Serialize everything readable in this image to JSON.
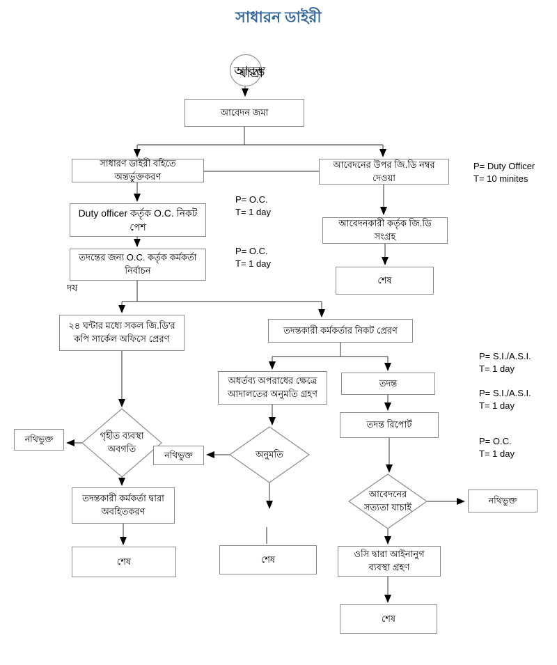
{
  "title": "সাধারন ডাইরী",
  "colors": {
    "title_blue": "#336699",
    "line_gray": "#555555",
    "border_gray": "#8a8a8a",
    "arrow_black": "#000000"
  },
  "start": {
    "label_a": "আরম্ভ",
    "label_b": "যাত্রা"
  },
  "nodes": {
    "application_submit": "আবেদন জমা",
    "gd_book_entry": "সাধারণ ডাইরী বহিতে অন্তর্ভুক্তকরণ",
    "gd_number_given": "আবেদনের উপর জি.ডি নম্বর দেওয়া",
    "duty_officer_present": "Duty officer কর্তৃক O.C. নিকট পেশ",
    "officer_selection": "তদন্তের জন্য O.C. কর্তৃক কর্মকর্তা নির্বাচন",
    "applicant_collect_gd": "আবেদনকারী কর্তৃক জি.ডি সংগ্রহ",
    "copy_to_circle": "২৪ ঘন্টার মধ্যে সকল জি.ডি'র কপি সার্কেল অফিসে প্রেরণ",
    "send_to_io": "তদন্তকারী কর্মকর্তার নিকট প্রেরণ",
    "court_permission": "অধর্তব্য অপরাধের ক্ষেত্রে আদালতের অনুমতি গ্রহণ",
    "investigation": "তদন্ত",
    "investigation_report": "তদন্ত রিপোর্ট",
    "decision_action_ack": "গৃহীত ব্যবস্থা অবগতি",
    "decision_permission": "অনুমতি",
    "decision_verify": "আবেদনের সত্যতা যাচাই",
    "recorded": "নথিভুক্ত",
    "inform_by_io": "তদন্তকারী কর্মকর্তা দ্বারা অবহিতকরণ",
    "oc_legal_action": "ওসি দ্বারা আইনানুগ ব্যবস্থা গ্রহণ",
    "end": "শেষ",
    "stray_fragment": "দয"
  },
  "annotations": {
    "duty": {
      "p": "P= Duty Officer",
      "t": "T= 10 minites"
    },
    "oc": {
      "p": "P= O.C.",
      "t": "T= 1 day"
    },
    "si": {
      "p": "P= S.I./A.S.I.",
      "t": "T= 1 day"
    }
  }
}
